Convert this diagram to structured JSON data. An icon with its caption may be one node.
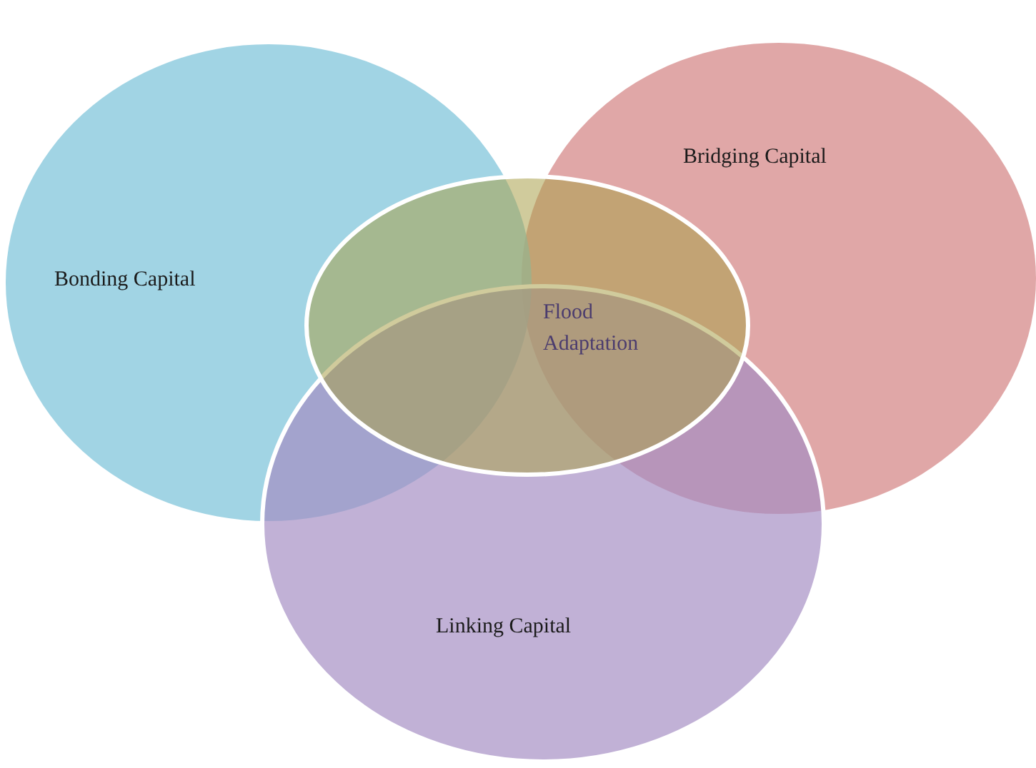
{
  "diagram": {
    "nodes": [
      {
        "text": [
          "Bridging Capital"
        ]
      },
      {
        "text": [
          "Bonding Capital"
        ]
      },
      {
        "text": [
          "Flood Adaptation"
        ]
      },
      {
        "text": [
          "Linking Capital"
        ]
      }
    ]
  }
}
